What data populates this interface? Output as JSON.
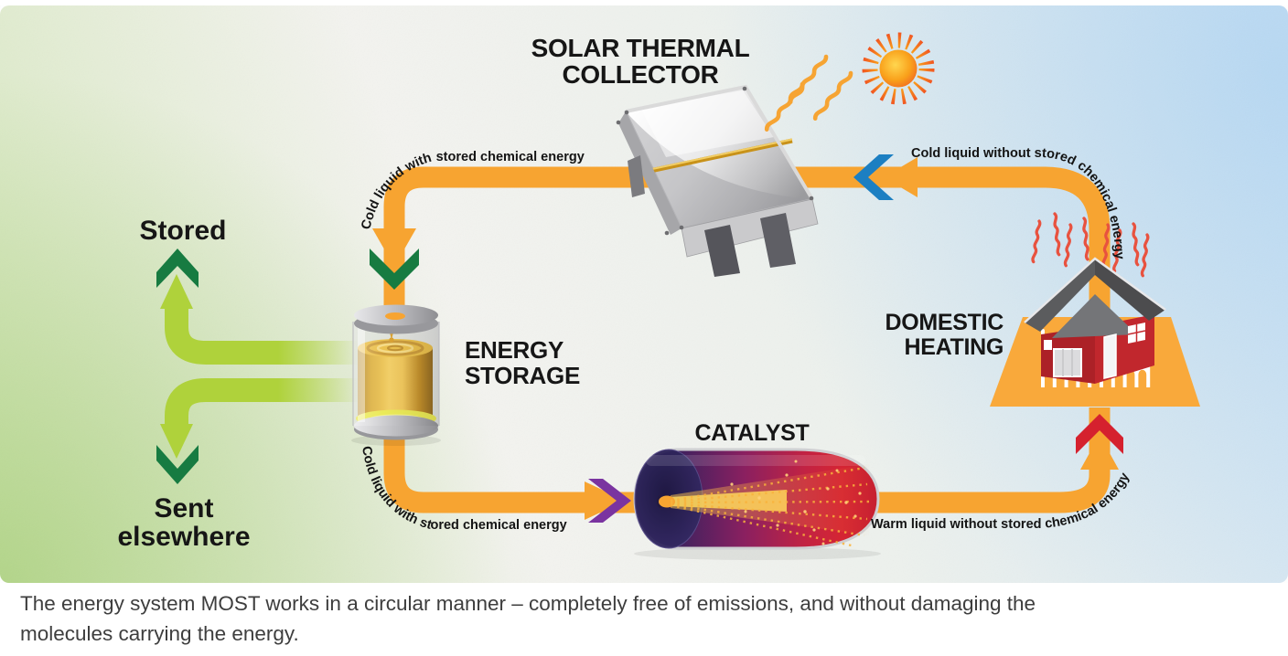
{
  "diagram": {
    "solar_collector": {
      "label_line1": "SOLAR THERMAL",
      "label_line2": "COLLECTOR"
    },
    "energy_storage": {
      "label_line1": "ENERGY",
      "label_line2": "STORAGE"
    },
    "catalyst": {
      "label": "CATALYST"
    },
    "domestic_heating": {
      "label_line1": "DOMESTIC",
      "label_line2": "HEATING"
    },
    "stored_branch": {
      "label": "Stored"
    },
    "sent_elsewhere_branch": {
      "label_line1": "Sent",
      "label_line2": "elsewhere"
    },
    "flow_labels": {
      "collector_to_storage": "Cold liquid with stored chemical energy",
      "storage_to_catalyst": "Cold liquid with stored chemical energy",
      "catalyst_to_heating": "Warm liquid without stored chemical energy",
      "heating_to_collector": "Cold liquid without stored chemical energy"
    },
    "colors": {
      "pipe_orange": "#F7A431",
      "arrow_dark_green": "#177B41",
      "branch_light_green": "#AFD23B",
      "arrow_blue": "#1C7FC2",
      "arrow_purple": "#7A34A0",
      "arrow_red": "#D5212E",
      "house_red": "#C1272D",
      "roof_gray": "#4C4C4E",
      "heat_wave_red": "#E8523F",
      "heating_pad_orange": "#F9A93B",
      "sun_orange": "#F9A11B",
      "background_green": "#D9EBC6",
      "background_blue": "#CFE4F5"
    }
  },
  "caption": {
    "line1": "The energy system MOST works in a circular manner – completely free of emissions, and without damaging the",
    "line2": "molecules carrying the energy."
  }
}
